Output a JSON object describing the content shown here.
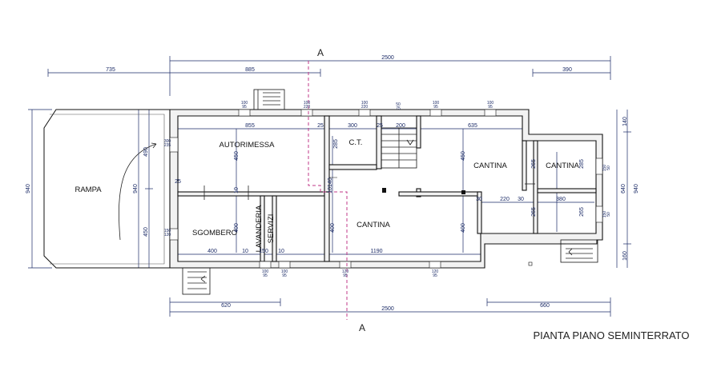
{
  "title": "PIANTA PIANO SEMINTERRATO",
  "section_marker": "A",
  "rooms": {
    "rampa": "RAMPA",
    "autorimessa": "AUTORIMESSA",
    "ct": "C.T.",
    "cantina_large": "CANTINA",
    "cantina_mid": "CANTINA",
    "cantina_right": "CANTINA",
    "sgombero": "SGOMBERO",
    "lavanderia": "LAVANDERIA",
    "servizi": "SERVIZI"
  },
  "dimensions": {
    "top_total": "2500",
    "top_left": "735",
    "top_885": "885",
    "top_right": "390",
    "bottom_total": "2500",
    "bottom_left": "620",
    "bottom_right": "660",
    "left_940a": "940",
    "left_940b": "940",
    "left_490": "490",
    "left_450": "450",
    "right_140": "140",
    "right_640": "640",
    "right_940": "940",
    "right_160": "160",
    "int_855": "855",
    "int_25a": "25",
    "int_300": "300",
    "int_25b": "25",
    "int_200": "200",
    "int_635": "635",
    "int_450a": "450",
    "int_10a": "10",
    "int_285": "285",
    "int_450b": "450",
    "int_265a": "265",
    "int_285b": "285",
    "int_220": "220",
    "int_30a": "30",
    "int_30b": "30",
    "int_380": "380",
    "int_265b": "265",
    "int_265c": "265",
    "int_10140": "10140",
    "int_400a": "400",
    "int_400b": "400",
    "int_400c": "400",
    "int_400d": "400",
    "int_10b": "10",
    "int_150": "150",
    "int_10c": "10",
    "int_1190": "1190",
    "int_25c": "25"
  },
  "window_labels": [
    {
      "t": "100",
      "b": "95"
    },
    {
      "t": "100",
      "b": "220"
    },
    {
      "t": "100",
      "b": "220"
    },
    {
      "t": "50",
      "b": "75"
    },
    {
      "t": "100",
      "b": "95"
    },
    {
      "t": "100",
      "b": "95"
    },
    {
      "t": "100",
      "b": "95"
    },
    {
      "t": "100",
      "b": "95"
    },
    {
      "t": "120",
      "b": "95"
    },
    {
      "t": "120",
      "b": "95"
    },
    {
      "t": "300",
      "b": "235"
    },
    {
      "t": "150",
      "b": "120"
    },
    {
      "t": "150",
      "b": "50"
    },
    {
      "t": "150",
      "b": "50"
    }
  ]
}
